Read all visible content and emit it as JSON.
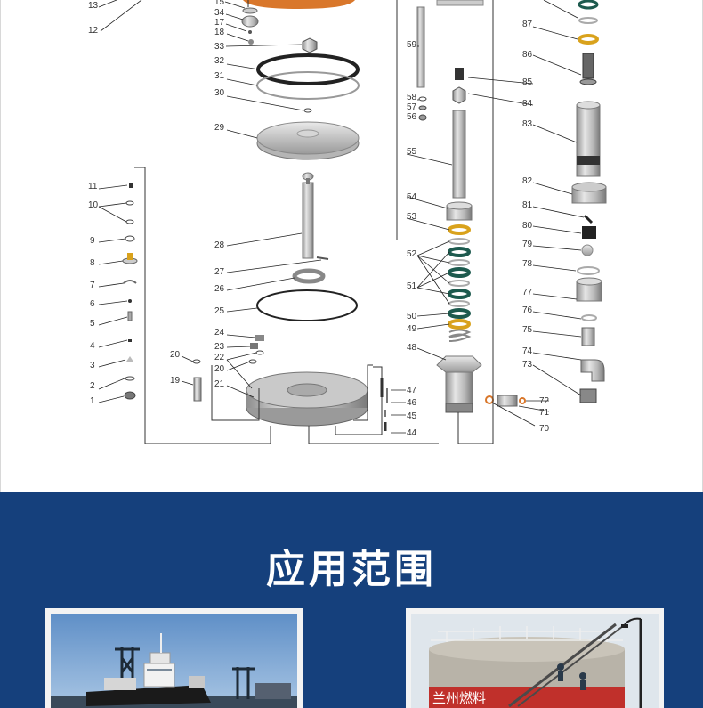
{
  "diagram": {
    "part_labels": [
      "13",
      "12",
      "15",
      "34",
      "17",
      "18",
      "33",
      "32",
      "31",
      "30",
      "29",
      "28",
      "27",
      "26",
      "25",
      "24",
      "23",
      "22",
      "20",
      "21",
      "19",
      "20",
      "11",
      "10",
      "9",
      "8",
      "7",
      "6",
      "5",
      "4",
      "3",
      "2",
      "1",
      "59",
      "58",
      "57",
      "56",
      "55",
      "54",
      "53",
      "52",
      "51",
      "50",
      "49",
      "48",
      "47",
      "46",
      "45",
      "44",
      "87",
      "86",
      "85",
      "84",
      "83",
      "82",
      "81",
      "80",
      "79",
      "78",
      "77",
      "76",
      "75",
      "74",
      "73",
      "72",
      "71",
      "70"
    ]
  },
  "section": {
    "title": "应用范围"
  },
  "photos": {
    "tank_sign_text": "兰州燃料"
  },
  "colors": {
    "banner": "#15407c",
    "orange_part": "#d9772b",
    "gold_ring": "#d9a21c",
    "green_ring": "#1d5a4e"
  }
}
